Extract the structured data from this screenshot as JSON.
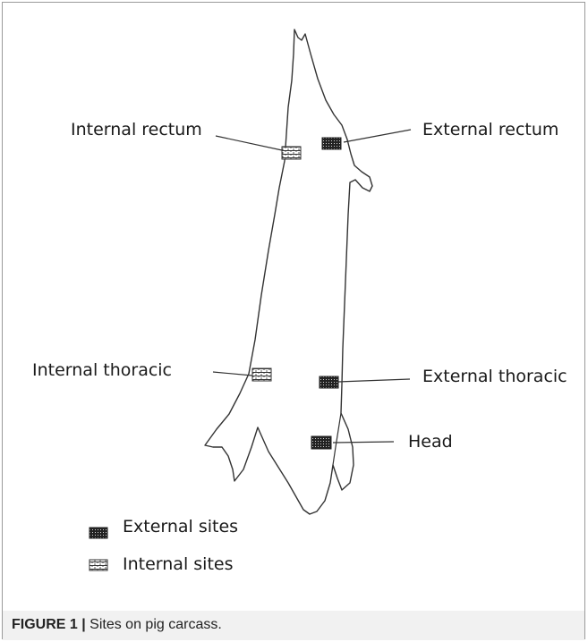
{
  "labels": {
    "internal_rectum": "Internal rectum",
    "external_rectum": "External rectum",
    "internal_thoracic": "Internal thoracic",
    "external_thoracic": "External thoracic",
    "head": "Head"
  },
  "legend": {
    "external": "External sites",
    "internal": "Internal sites"
  },
  "caption": {
    "prefix": "FIGURE 1 |",
    "text": " Sites on pig carcass."
  }
}
